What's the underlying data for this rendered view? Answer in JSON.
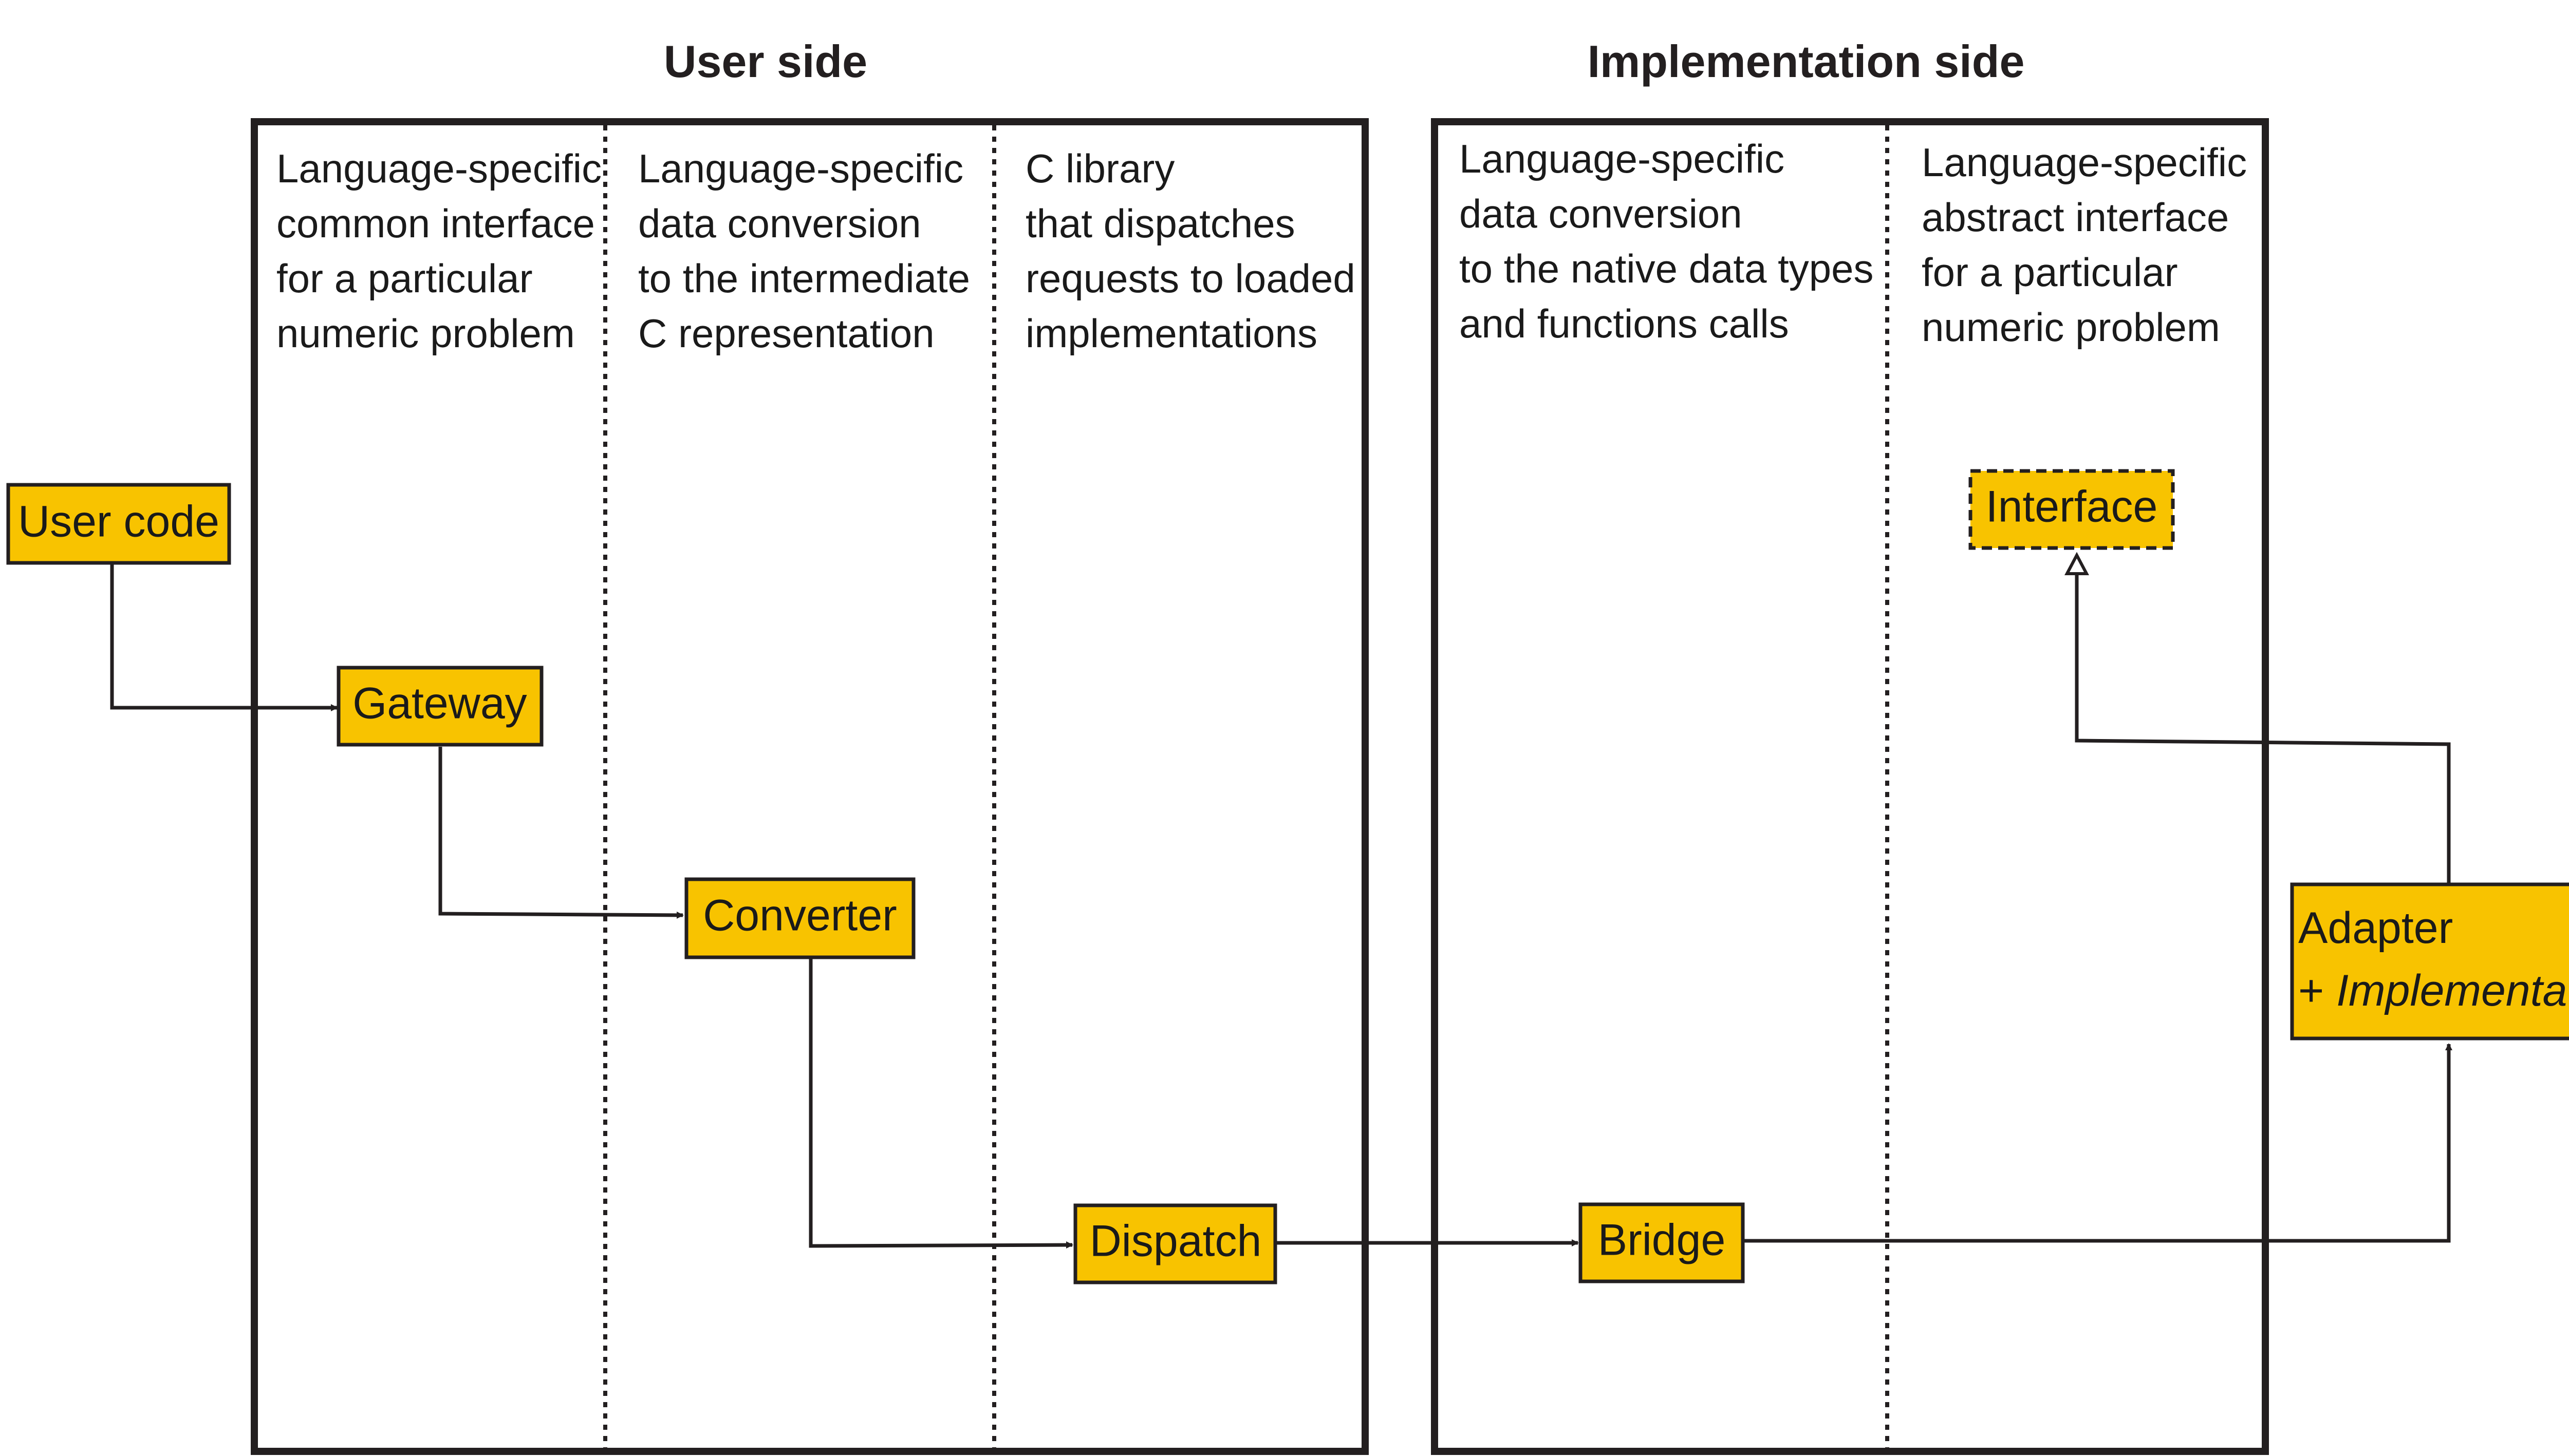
{
  "colors": {
    "node_fill": "#F8C300",
    "stroke": "#231F20",
    "background": "#FFFFFF"
  },
  "sections": {
    "user_side": {
      "title": "User side",
      "columns": [
        {
          "lines": [
            "Language-specific",
            "common interface",
            "for a particular",
            "numeric problem"
          ]
        },
        {
          "lines": [
            "Language-specific",
            "data conversion",
            "to the intermediate",
            "C representation"
          ]
        },
        {
          "lines": [
            "C library",
            "that dispatches",
            "requests to loaded",
            "implementations"
          ]
        }
      ]
    },
    "implementation_side": {
      "title": "Implementation side",
      "columns": [
        {
          "lines": [
            "Language-specific",
            "data conversion",
            "to the native data types",
            "and functions calls"
          ]
        },
        {
          "lines": [
            "Language-specific",
            "abstract interface",
            "for a particular",
            "numeric problem"
          ]
        }
      ]
    }
  },
  "nodes": {
    "user_code": {
      "label": "User code"
    },
    "gateway": {
      "label": "Gateway"
    },
    "converter": {
      "label": "Converter"
    },
    "dispatch": {
      "label": "Dispatch"
    },
    "bridge": {
      "label": "Bridge"
    },
    "interface": {
      "label": "Interface",
      "style": "dashed"
    },
    "adapter": {
      "label_line1": "Adapter",
      "label_line2_prefix": "+ ",
      "label_line2_italic": "Implementation"
    }
  },
  "edges": [
    {
      "from": "user_code",
      "to": "gateway",
      "arrowhead": "filled"
    },
    {
      "from": "gateway",
      "to": "converter",
      "arrowhead": "filled"
    },
    {
      "from": "converter",
      "to": "dispatch",
      "arrowhead": "filled"
    },
    {
      "from": "dispatch",
      "to": "bridge",
      "arrowhead": "filled"
    },
    {
      "from": "bridge",
      "to": "adapter",
      "arrowhead": "filled"
    },
    {
      "from": "adapter",
      "to": "interface",
      "arrowhead": "hollow"
    }
  ]
}
